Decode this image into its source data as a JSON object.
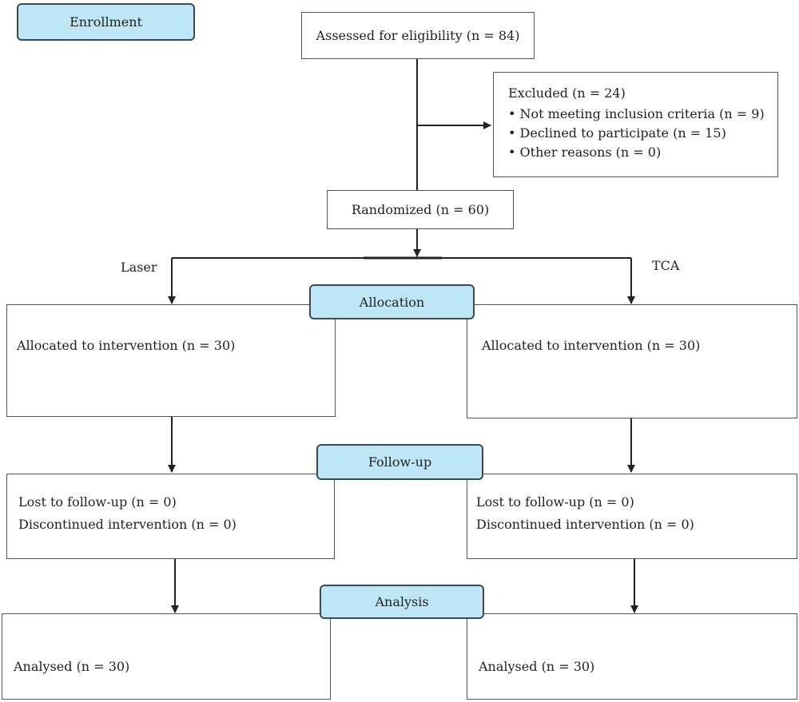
{
  "stages": {
    "enrollment": "Enrollment",
    "allocation": "Allocation",
    "follow_up": "Follow-up",
    "analysis": "Analysis"
  },
  "assessed": "Assessed for eligibility (n = 84)",
  "excluded": {
    "title": "Excluded (n = 24)",
    "items": [
      "• Not meeting inclusion criteria (n = 9)",
      "• Declined to participate (n = 15)",
      "• Other reasons (n = 0)"
    ]
  },
  "randomized": "Randomized (n = 60)",
  "arms": {
    "left": {
      "name": "Laser",
      "allocated": "Allocated to intervention (n = 30)",
      "lost": "Lost to follow-up (n = 0)",
      "discontinued": "Discontinued intervention (n = 0)",
      "analysed": "Analysed (n = 30)"
    },
    "right": {
      "name": "TCA",
      "allocated": "Allocated to intervention (n = 30)",
      "lost": "Lost to follow-up (n = 0)",
      "discontinued": "Discontinued intervention (n = 0)",
      "analysed": "Analysed (n = 30)"
    }
  }
}
